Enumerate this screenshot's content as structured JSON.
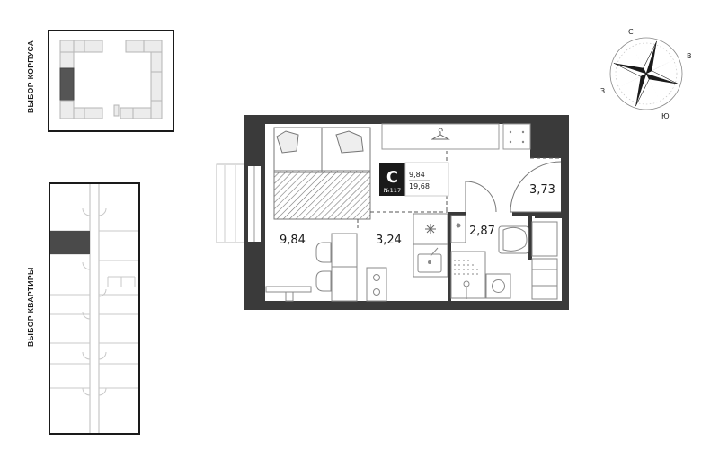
{
  "sidebar": {
    "building_label": "ВЫБОР КОРПУСА",
    "apartment_label": "ВЫБОР КВАРТИРЫ"
  },
  "plan": {
    "type_letter": "С",
    "number": "№117",
    "living_area": "9,84",
    "total_area": "19,68",
    "rooms": {
      "living": "9,84",
      "kitchen": "3,24",
      "bathroom": "2,87",
      "hall": "3,73"
    }
  },
  "compass": {
    "north": "С",
    "east": "В",
    "south": "Ю",
    "west": "З"
  },
  "colors": {
    "wall": "#3a3a3a",
    "selected": "#4a4a4a",
    "text": "#1a1a1a"
  }
}
